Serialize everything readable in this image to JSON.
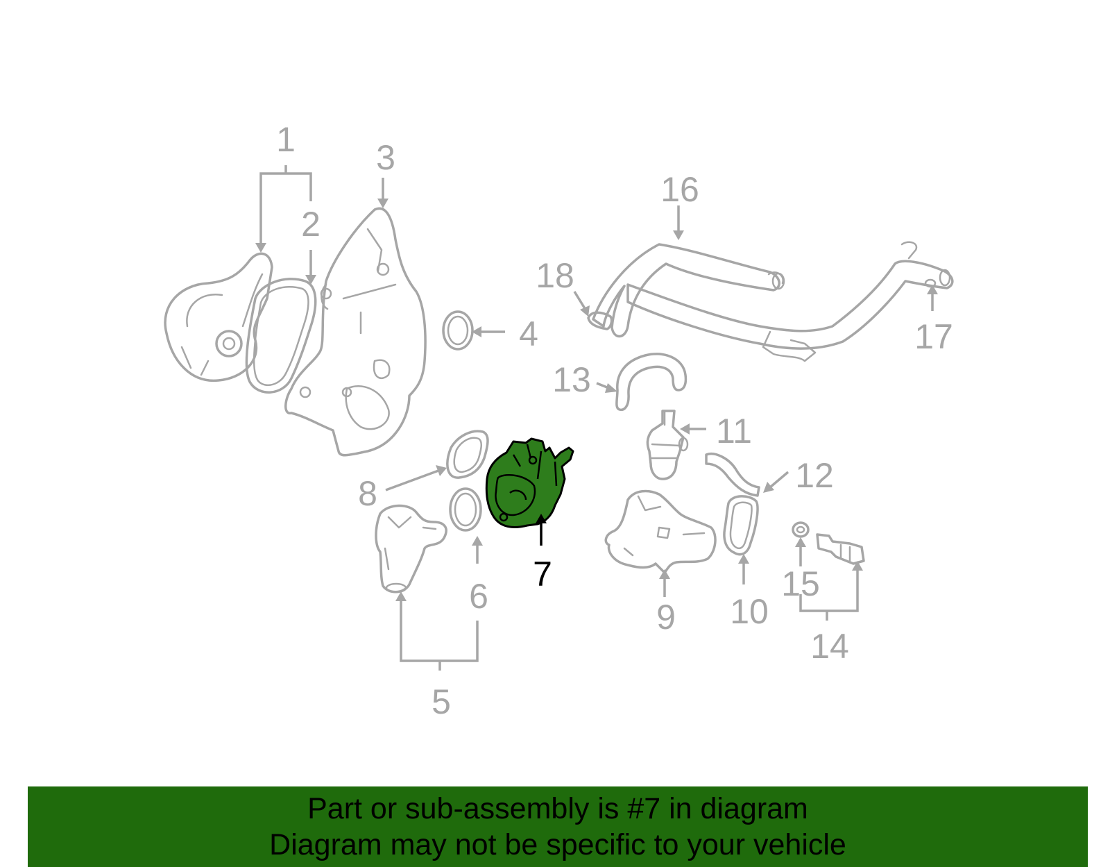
{
  "diagram": {
    "highlighted_part": "7",
    "colors": {
      "outline": "#a6a6a6",
      "highlight_fill": "#2e7d1c",
      "banner": "#1f6b0c"
    },
    "callouts": [
      "1",
      "2",
      "3",
      "4",
      "5",
      "6",
      "7",
      "8",
      "9",
      "10",
      "11",
      "12",
      "13",
      "14",
      "15",
      "16",
      "17",
      "18"
    ]
  },
  "banner": {
    "line1": "Part or sub-assembly is #7 in diagram",
    "line2": "Diagram may not be specific to your vehicle"
  }
}
